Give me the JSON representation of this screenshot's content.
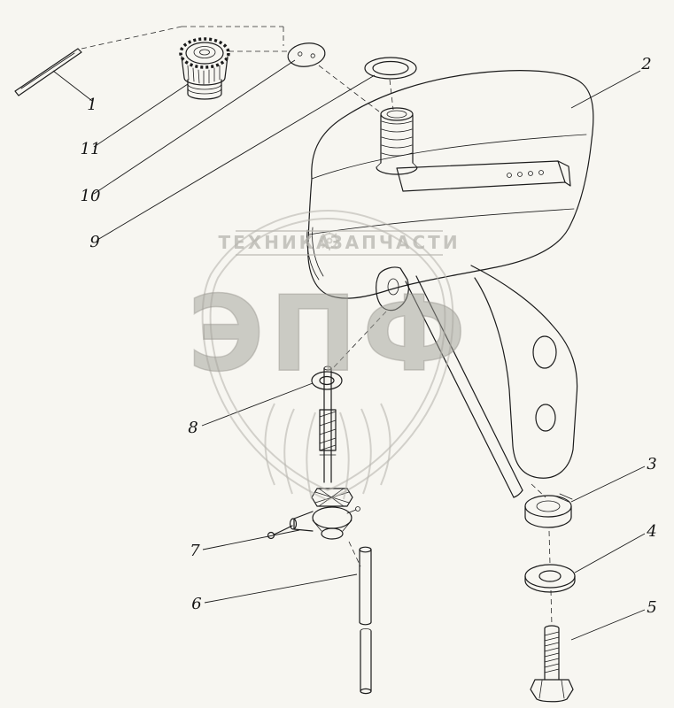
{
  "watermark": {
    "band_left": "ТЕХНИКА",
    "band_right": "ЗАПЧАСТИ",
    "logo": "ЭПФ"
  },
  "labels": {
    "part1": "1",
    "part2": "2",
    "part3": "3",
    "part4": "4",
    "part5": "5",
    "part6": "6",
    "part7": "7",
    "part8": "8",
    "part9": "9",
    "part10": "10",
    "part11": "11"
  }
}
